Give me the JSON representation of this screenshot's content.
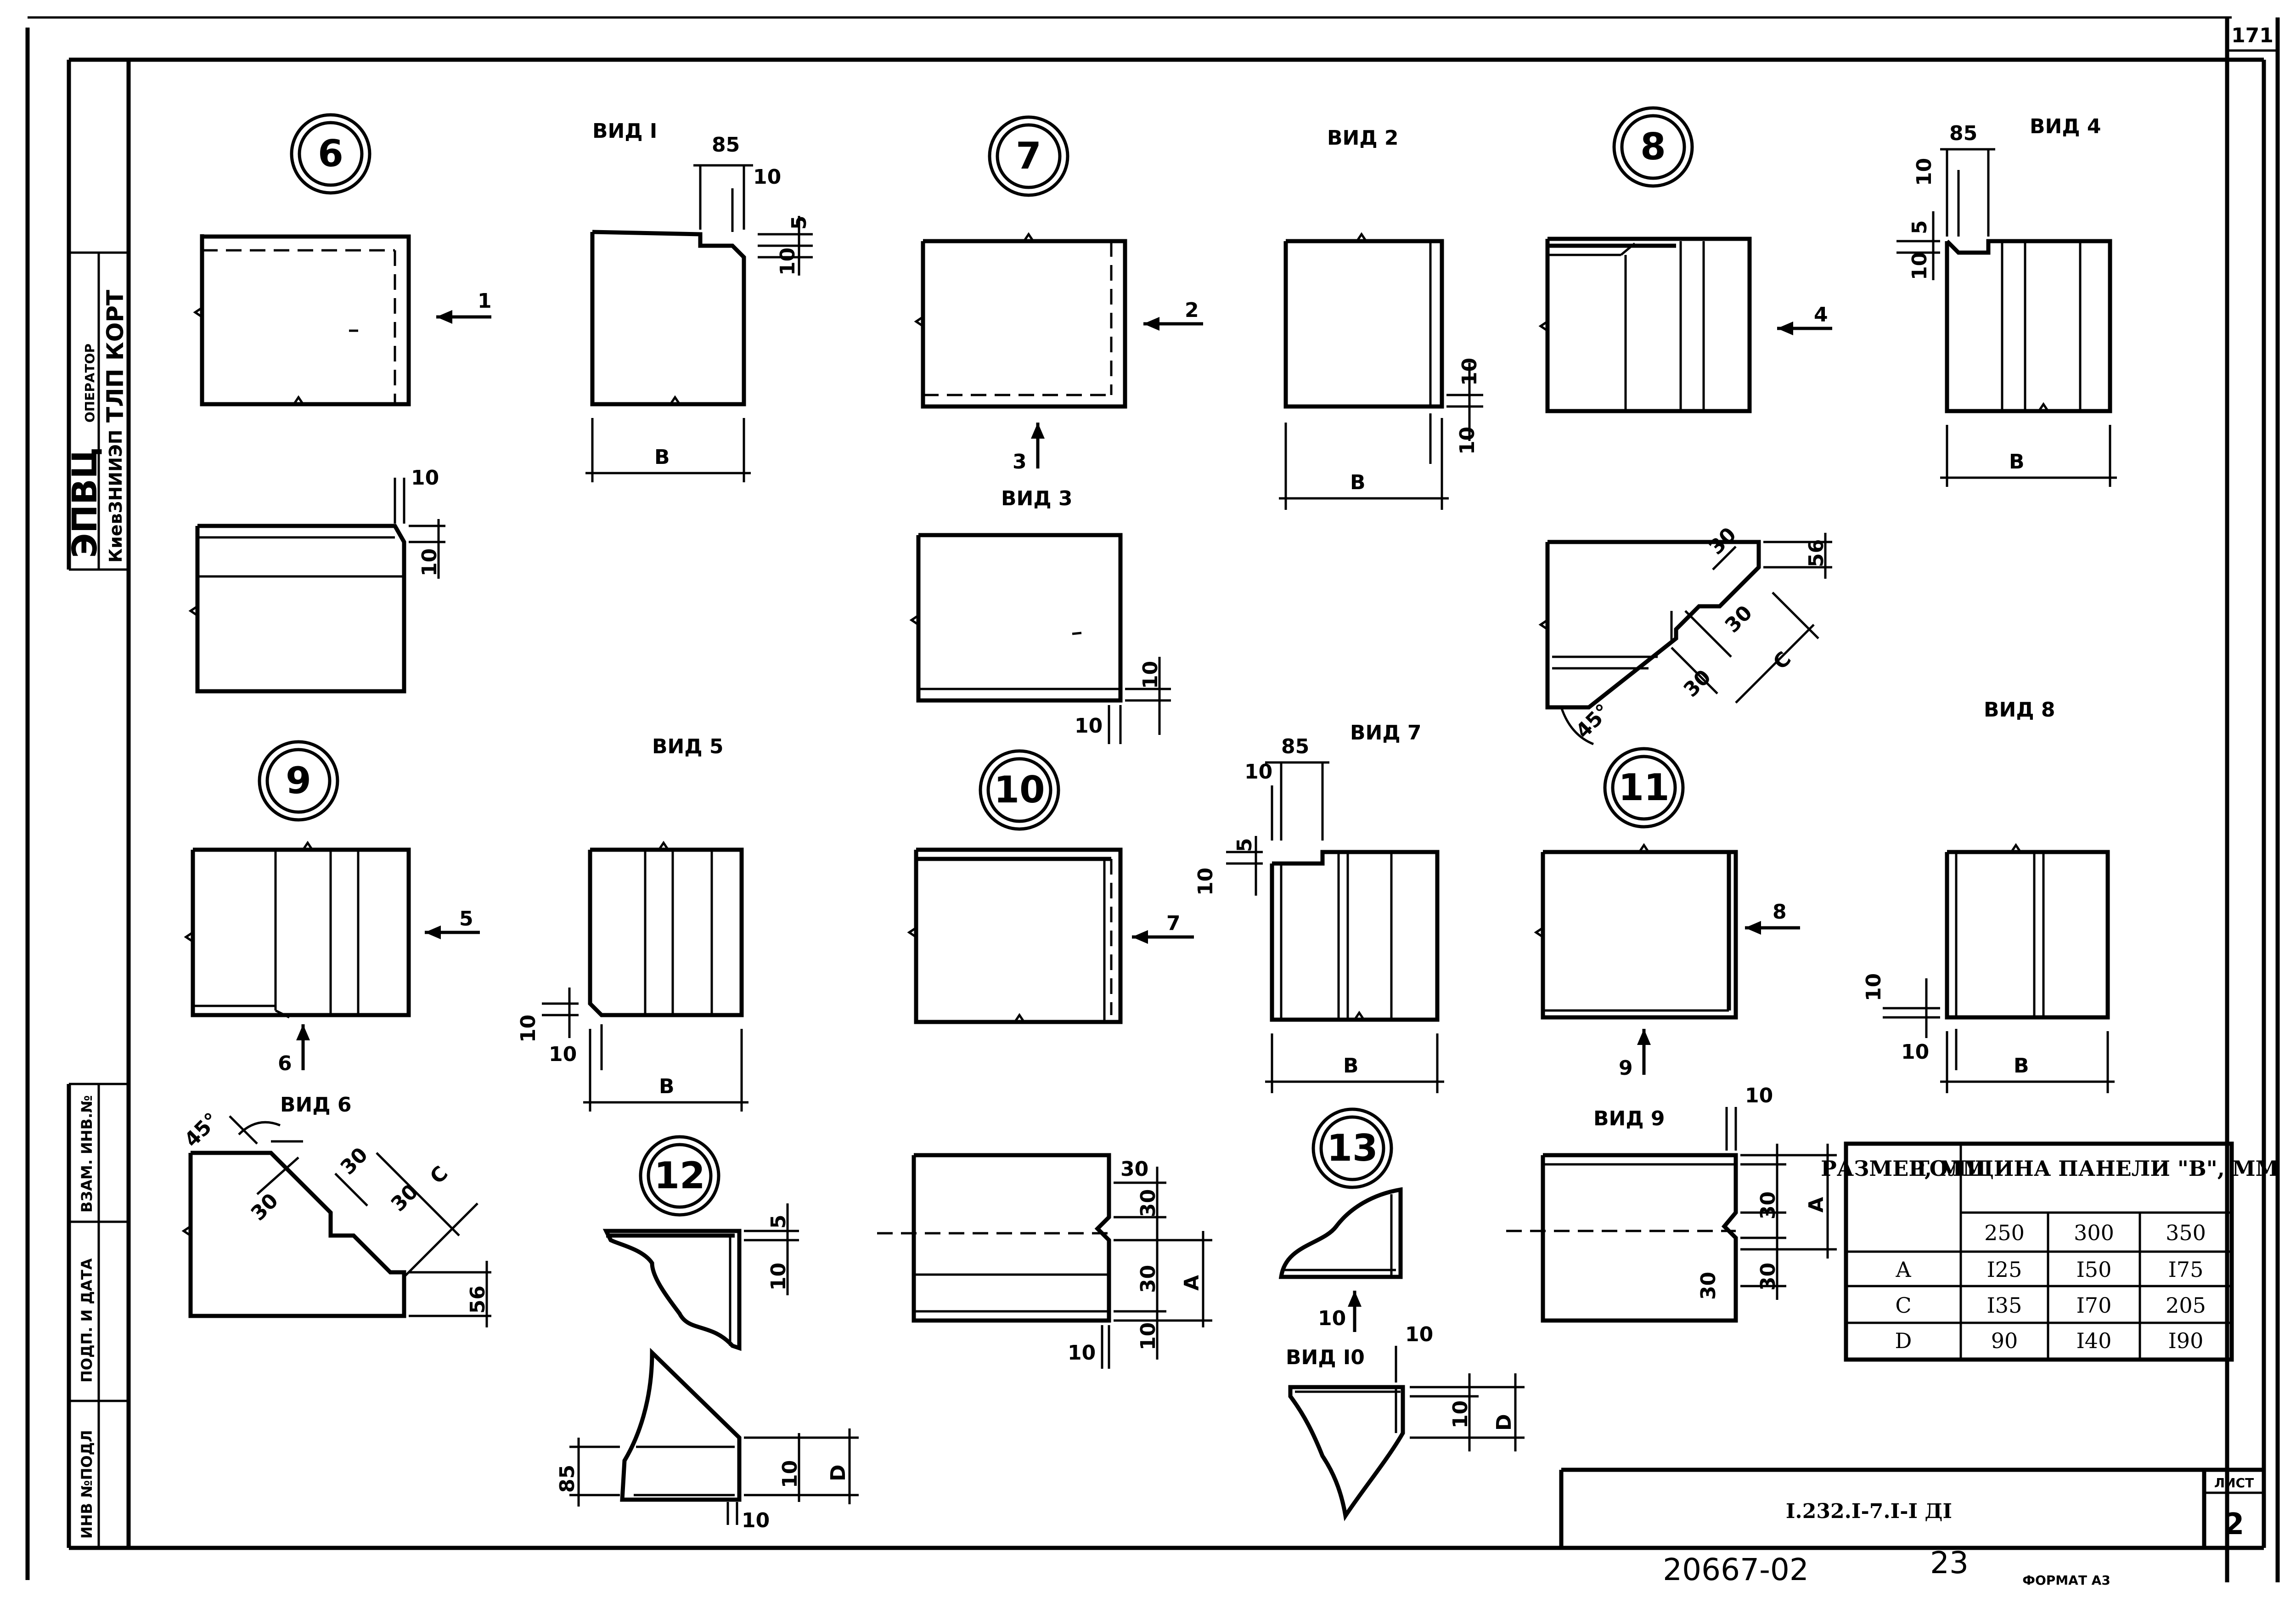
{
  "sheet_corner_number": "171",
  "stamp": {
    "code": "ЭПВЦ",
    "org": "КиевЗНИИЭП",
    "operator_label": "ОПЕРАТОР",
    "operator_name": "ТЛП КОРТ"
  },
  "left_strip": [
    "ИНВ №ПОДЛ",
    "ПОДП. И ДАТА",
    "ВЗАМ. ИНВ.№"
  ],
  "nodes": [
    "6",
    "7",
    "8",
    "9",
    "10",
    "11",
    "12",
    "13"
  ],
  "views": [
    "ВИД I",
    "ВИД 2",
    "ВИД 3",
    "ВИД 4",
    "ВИД 5",
    "ВИД 6",
    "ВИД 7",
    "ВИД 8",
    "ВИД 9",
    "ВИД I0"
  ],
  "arrows": [
    "1",
    "2",
    "3",
    "4",
    "5",
    "6",
    "7",
    "8",
    "9",
    "10"
  ],
  "dims": {
    "d10": "10",
    "d5": "5",
    "d85": "85",
    "d30": "30",
    "d56": "56",
    "a45": "45°",
    "B": "В",
    "A": "А",
    "C": "С",
    "D": "D"
  },
  "table": {
    "corner_header": "РАЗМЕР, ММ",
    "group_header": "ТОЛЩИНА ПАНЕЛИ \"В\", ММ",
    "columns": [
      "250",
      "300",
      "350"
    ],
    "rows": [
      {
        "label": "А",
        "values": [
          "I25",
          "I50",
          "I75"
        ]
      },
      {
        "label": "С",
        "values": [
          "I35",
          "I70",
          "205"
        ]
      },
      {
        "label": "D",
        "values": [
          "90",
          "I40",
          "I90"
        ]
      }
    ]
  },
  "title_block": {
    "code": "I.232.I-7.I-I  ДI",
    "sheet_label": "ЛИСТ",
    "sheet_number": "2"
  },
  "footer": {
    "archive_number": "20667-02",
    "page": "23",
    "format": "ФОРМАТ А3"
  }
}
